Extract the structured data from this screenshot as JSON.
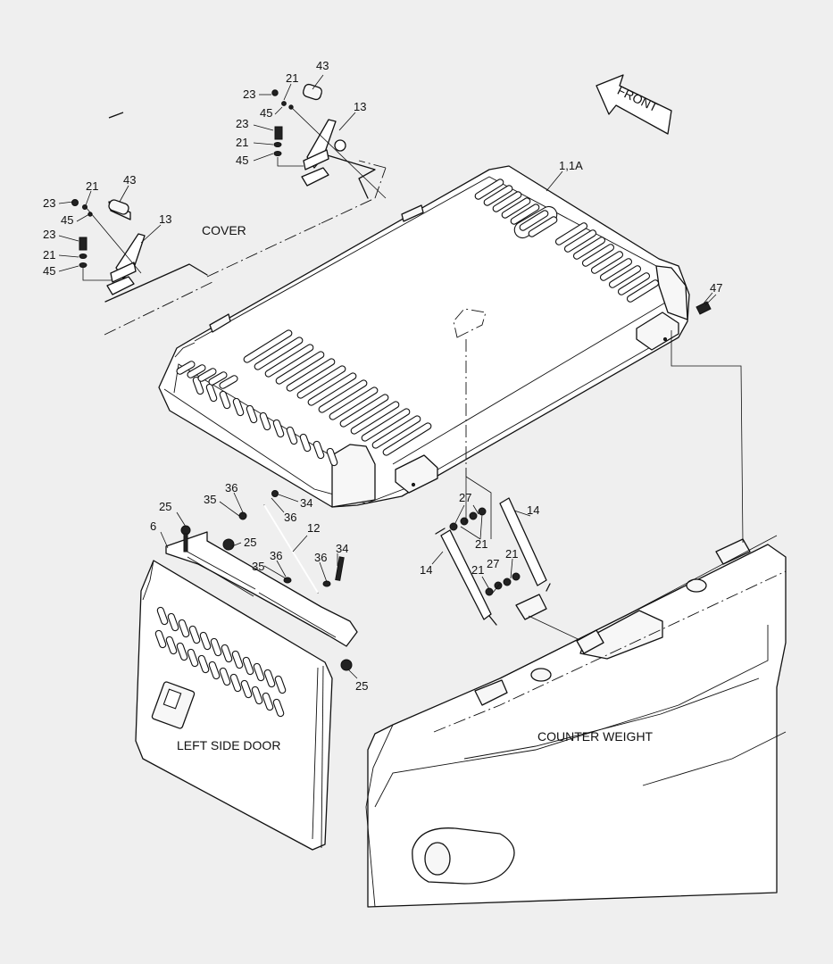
{
  "labels": {
    "cover": "COVER",
    "left_side_door": "LEFT SIDE DOOR",
    "counter_weight": "COUNTER WEIGHT",
    "front": "FRONT"
  },
  "callouts": {
    "c43a": "43",
    "c21a": "21",
    "c23a": "23",
    "c45a": "45",
    "c13a": "13",
    "c23b": "23",
    "c21b": "21",
    "c45b": "45",
    "c43b": "43",
    "c21c": "21",
    "c23c": "23",
    "c45c": "45",
    "c13b": "13",
    "c23d": "23",
    "c21d": "21",
    "c45d": "45",
    "c11a": "1,1A",
    "c47": "47",
    "c25a": "25",
    "c6": "6",
    "c25b": "25",
    "c35a": "35",
    "c36a": "36",
    "c34a": "34",
    "c36b": "36",
    "c12": "12",
    "c34b": "34",
    "c36c": "36",
    "c36d": "36",
    "c35b": "35",
    "c25c": "25",
    "c27a": "27",
    "c21e": "21",
    "c14a": "14",
    "c14b": "14",
    "c21f": "21",
    "c27b": "27",
    "c21g": "21"
  }
}
